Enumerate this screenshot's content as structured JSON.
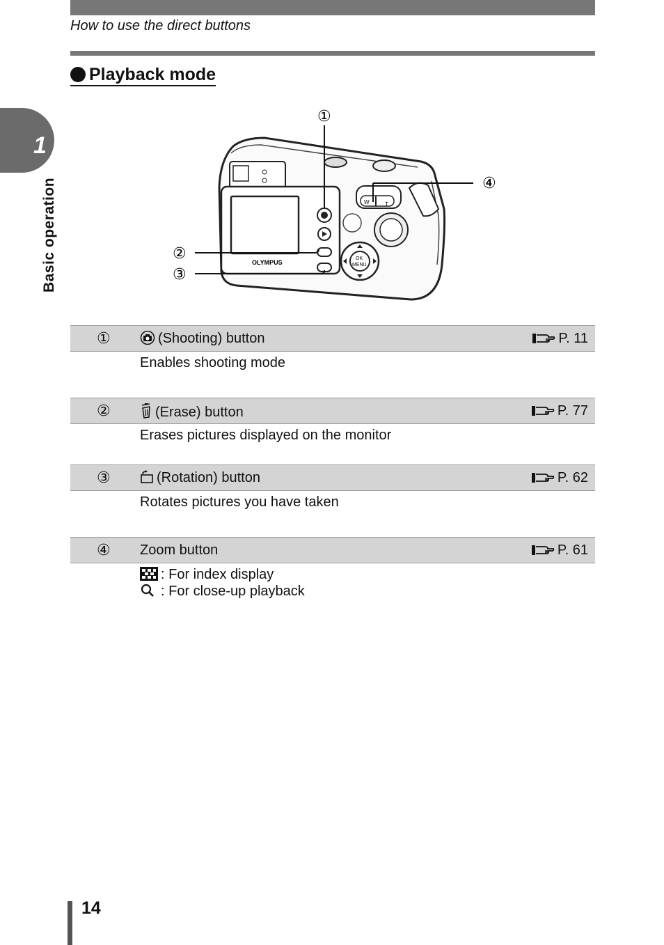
{
  "header": {
    "breadcrumb": "How to use the direct buttons"
  },
  "section": {
    "title": "Playback mode"
  },
  "chapter": {
    "number": "1",
    "label": "Basic operation"
  },
  "figure": {
    "callouts": [
      "①",
      "②",
      "③",
      "④"
    ],
    "brand": "OLYMPUS",
    "ok_label": "OK",
    "menu_label": "MENU",
    "zoom_w": "W",
    "zoom_t": "T"
  },
  "rows": [
    {
      "num": "①",
      "icon": "camera-icon",
      "label": "(Shooting) button",
      "ref": "P. 11",
      "desc": "Enables shooting mode"
    },
    {
      "num": "②",
      "icon": "trash-icon",
      "label": "(Erase) button",
      "ref": "P. 77",
      "desc": "Erases pictures displayed on the monitor"
    },
    {
      "num": "③",
      "icon": "rotate-icon",
      "label": "(Rotation) button",
      "ref": "P. 62",
      "desc": "Rotates pictures you have taken"
    },
    {
      "num": "④",
      "icon": "",
      "label": "Zoom button",
      "ref": "P. 61",
      "desc_lines": [
        {
          "icon": "index-grid-icon",
          "text": ": For index display"
        },
        {
          "icon": "magnifier-icon",
          "text": ": For close-up playback"
        }
      ]
    }
  ],
  "page": {
    "number": "14"
  }
}
